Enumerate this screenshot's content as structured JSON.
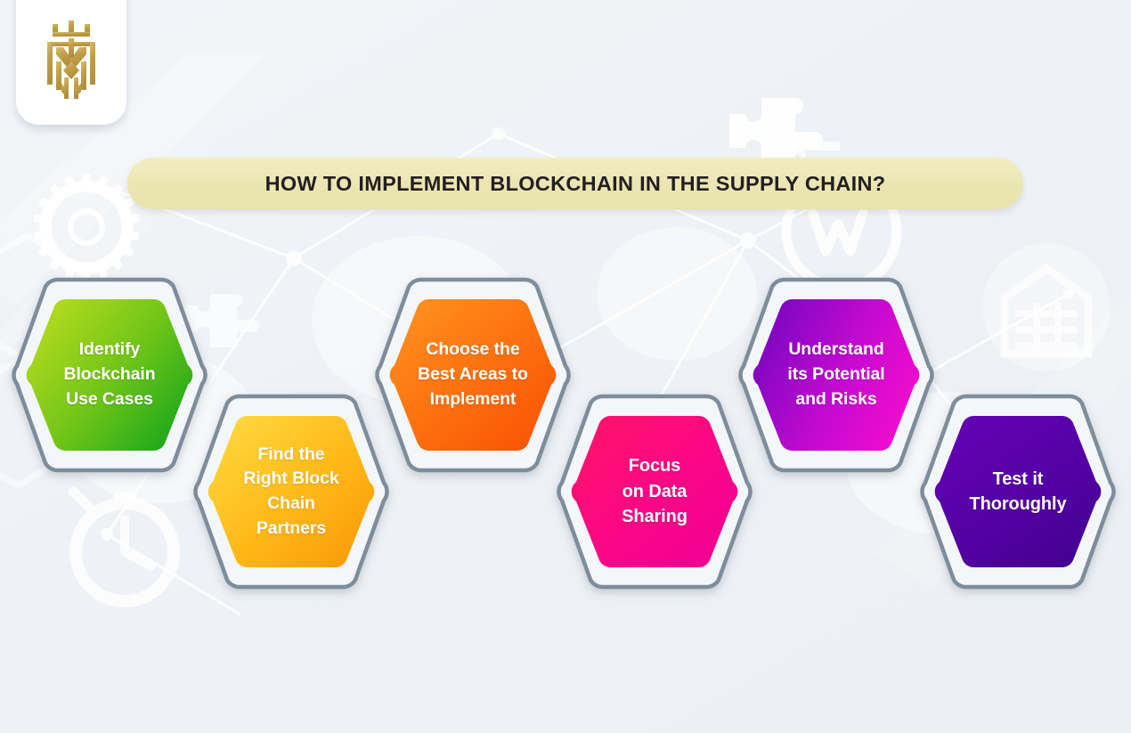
{
  "page": {
    "background_color": "#eff2f6",
    "watermark_color": "#ffffff"
  },
  "logo": {
    "name": "gold-emblem-logo",
    "card_color": "#ffffff",
    "mark_color": "#c9a94e"
  },
  "header": {
    "title": "HOW TO IMPLEMENT BLOCKCHAIN IN THE SUPPLY CHAIN?",
    "banner_color": "#ece6b3",
    "text_color": "#231f20"
  },
  "steps": [
    {
      "id": "identify-blockchain-use-cases",
      "label": "Identify\nBlockchain\nUse Cases",
      "color_from": "#b3d81c",
      "color_to": "#16a81f",
      "outline_color": "#7e8d9b"
    },
    {
      "id": "find-the-right-block-chain-partners",
      "label": "Find the\nRight Block\nChain\nPartners",
      "color_from": "#ffd23a",
      "color_to": "#fca00c",
      "outline_color": "#7e8d9b"
    },
    {
      "id": "choose-the-best-areas-to-implement",
      "label": "Choose the\nBest Areas to\nImplement",
      "color_from": "#ff8a18",
      "color_to": "#fb5c09",
      "outline_color": "#7e8d9b"
    },
    {
      "id": "focus-on-data-sharing",
      "label": "Focus\non Data\nSharing",
      "color_from": "#ff0f74",
      "color_to": "#f5008f",
      "outline_color": "#7e8d9b"
    },
    {
      "id": "understand-its-potential-and-risks",
      "label": "Understand\nits Potential\nand Risks",
      "color_from": "#8f07c4",
      "color_to": "#f30cd2",
      "outline_color": "#7e8d9b"
    },
    {
      "id": "test-it-thoroughly",
      "label": "Test it\nThoroughly",
      "color_from": "#5a00a8",
      "color_to": "#4b019b",
      "outline_color": "#7e8d9b"
    }
  ],
  "background_icons": [
    {
      "name": "gear-icon"
    },
    {
      "name": "puzzle-piece-icon"
    },
    {
      "name": "clock-icon"
    },
    {
      "name": "warehouse-icon"
    },
    {
      "name": "badge-icon"
    },
    {
      "name": "network-nodes"
    }
  ]
}
